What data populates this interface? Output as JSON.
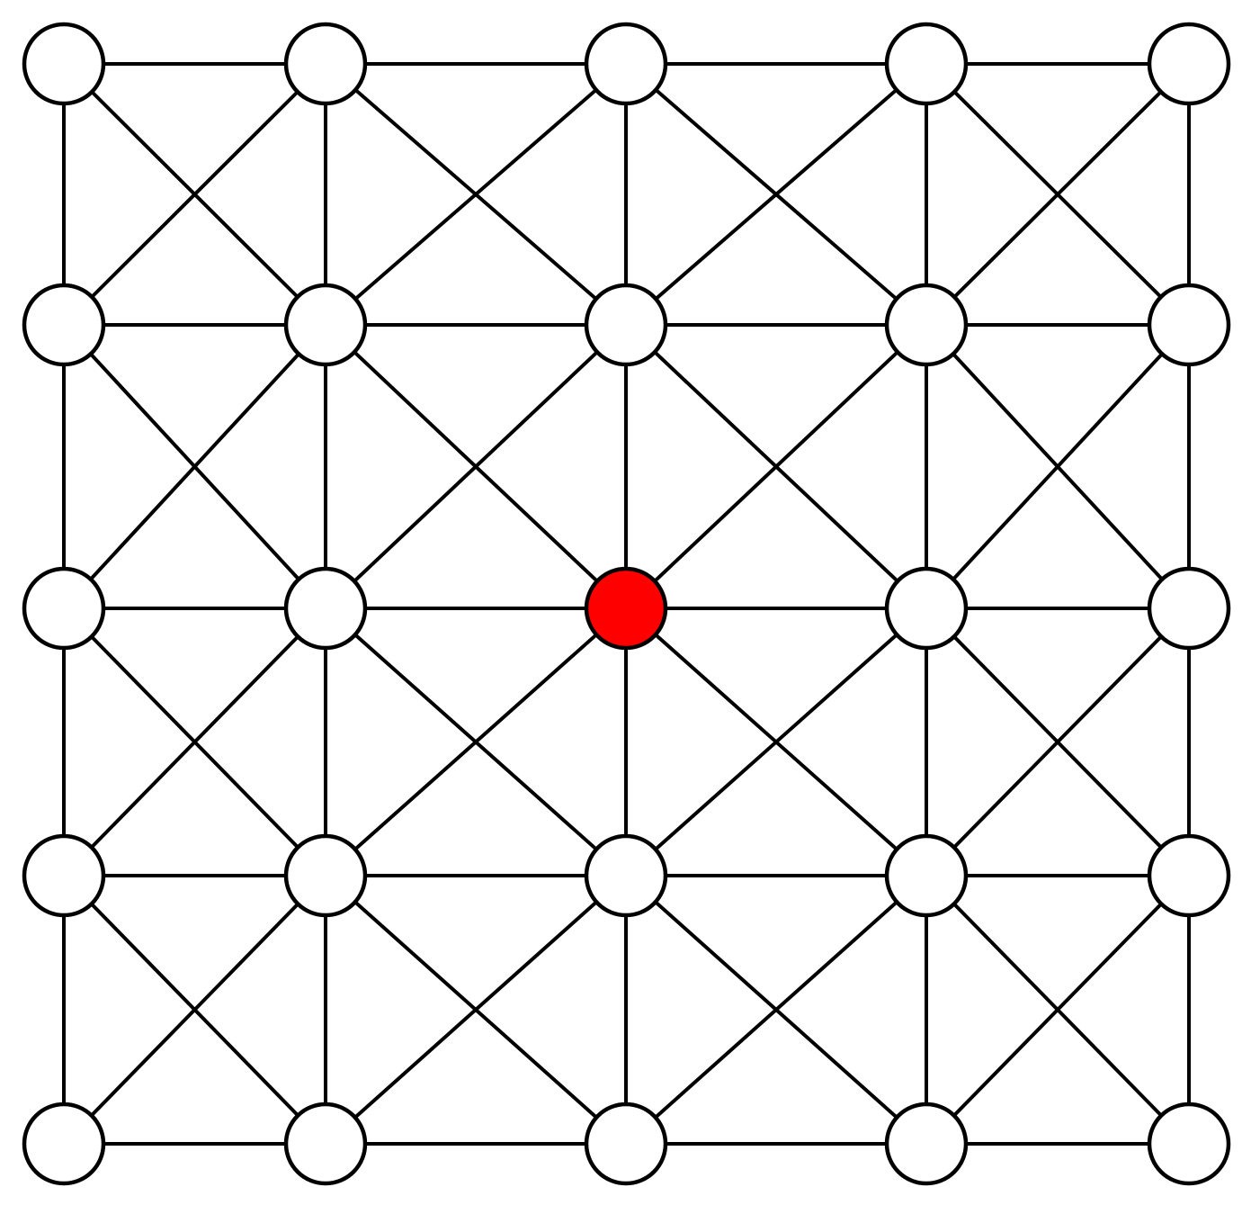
{
  "diagram": {
    "type": "graph",
    "grid": {
      "rows": 5,
      "cols": 5
    },
    "colors": {
      "node_fill": "#ffffff",
      "highlight_fill": "#ff0000",
      "stroke": "#000000",
      "background": "#ffffff"
    },
    "highlighted_node": [
      2,
      2
    ],
    "edges": [
      [
        [
          0,
          0
        ],
        [
          0,
          1
        ]
      ],
      [
        [
          0,
          1
        ],
        [
          0,
          2
        ]
      ],
      [
        [
          0,
          2
        ],
        [
          0,
          3
        ]
      ],
      [
        [
          0,
          3
        ],
        [
          0,
          4
        ]
      ],
      [
        [
          1,
          0
        ],
        [
          1,
          1
        ]
      ],
      [
        [
          1,
          1
        ],
        [
          1,
          2
        ]
      ],
      [
        [
          1,
          2
        ],
        [
          1,
          3
        ]
      ],
      [
        [
          1,
          3
        ],
        [
          1,
          4
        ]
      ],
      [
        [
          2,
          0
        ],
        [
          2,
          1
        ]
      ],
      [
        [
          2,
          1
        ],
        [
          2,
          2
        ]
      ],
      [
        [
          2,
          2
        ],
        [
          2,
          3
        ]
      ],
      [
        [
          2,
          3
        ],
        [
          2,
          4
        ]
      ],
      [
        [
          3,
          0
        ],
        [
          3,
          1
        ]
      ],
      [
        [
          3,
          1
        ],
        [
          3,
          2
        ]
      ],
      [
        [
          3,
          2
        ],
        [
          3,
          3
        ]
      ],
      [
        [
          3,
          3
        ],
        [
          3,
          4
        ]
      ],
      [
        [
          4,
          0
        ],
        [
          4,
          1
        ]
      ],
      [
        [
          4,
          1
        ],
        [
          4,
          2
        ]
      ],
      [
        [
          4,
          2
        ],
        [
          4,
          3
        ]
      ],
      [
        [
          4,
          3
        ],
        [
          4,
          4
        ]
      ],
      [
        [
          0,
          0
        ],
        [
          1,
          0
        ]
      ],
      [
        [
          1,
          0
        ],
        [
          2,
          0
        ]
      ],
      [
        [
          2,
          0
        ],
        [
          3,
          0
        ]
      ],
      [
        [
          3,
          0
        ],
        [
          4,
          0
        ]
      ],
      [
        [
          0,
          1
        ],
        [
          1,
          1
        ]
      ],
      [
        [
          1,
          1
        ],
        [
          2,
          1
        ]
      ],
      [
        [
          2,
          1
        ],
        [
          3,
          1
        ]
      ],
      [
        [
          3,
          1
        ],
        [
          4,
          1
        ]
      ],
      [
        [
          0,
          2
        ],
        [
          1,
          2
        ]
      ],
      [
        [
          1,
          2
        ],
        [
          2,
          2
        ]
      ],
      [
        [
          2,
          2
        ],
        [
          3,
          2
        ]
      ],
      [
        [
          3,
          2
        ],
        [
          4,
          2
        ]
      ],
      [
        [
          0,
          3
        ],
        [
          1,
          3
        ]
      ],
      [
        [
          1,
          3
        ],
        [
          2,
          3
        ]
      ],
      [
        [
          2,
          3
        ],
        [
          3,
          3
        ]
      ],
      [
        [
          3,
          3
        ],
        [
          4,
          3
        ]
      ],
      [
        [
          0,
          4
        ],
        [
          1,
          4
        ]
      ],
      [
        [
          1,
          4
        ],
        [
          2,
          4
        ]
      ],
      [
        [
          2,
          4
        ],
        [
          3,
          4
        ]
      ],
      [
        [
          3,
          4
        ],
        [
          4,
          4
        ]
      ],
      [
        [
          0,
          0
        ],
        [
          1,
          1
        ]
      ],
      [
        [
          0,
          1
        ],
        [
          1,
          0
        ]
      ],
      [
        [
          0,
          1
        ],
        [
          1,
          2
        ]
      ],
      [
        [
          0,
          2
        ],
        [
          1,
          1
        ]
      ],
      [
        [
          0,
          2
        ],
        [
          1,
          3
        ]
      ],
      [
        [
          0,
          3
        ],
        [
          1,
          2
        ]
      ],
      [
        [
          0,
          3
        ],
        [
          1,
          4
        ]
      ],
      [
        [
          0,
          4
        ],
        [
          1,
          3
        ]
      ],
      [
        [
          1,
          0
        ],
        [
          2,
          1
        ]
      ],
      [
        [
          1,
          1
        ],
        [
          2,
          0
        ]
      ],
      [
        [
          1,
          1
        ],
        [
          2,
          2
        ]
      ],
      [
        [
          1,
          2
        ],
        [
          2,
          1
        ]
      ],
      [
        [
          1,
          2
        ],
        [
          2,
          3
        ]
      ],
      [
        [
          1,
          3
        ],
        [
          2,
          2
        ]
      ],
      [
        [
          1,
          3
        ],
        [
          2,
          4
        ]
      ],
      [
        [
          1,
          4
        ],
        [
          2,
          3
        ]
      ],
      [
        [
          2,
          0
        ],
        [
          3,
          1
        ]
      ],
      [
        [
          2,
          1
        ],
        [
          3,
          0
        ]
      ],
      [
        [
          2,
          1
        ],
        [
          3,
          2
        ]
      ],
      [
        [
          2,
          2
        ],
        [
          3,
          1
        ]
      ],
      [
        [
          2,
          2
        ],
        [
          3,
          3
        ]
      ],
      [
        [
          2,
          3
        ],
        [
          3,
          2
        ]
      ],
      [
        [
          2,
          3
        ],
        [
          3,
          4
        ]
      ],
      [
        [
          2,
          4
        ],
        [
          3,
          3
        ]
      ],
      [
        [
          3,
          0
        ],
        [
          4,
          1
        ]
      ],
      [
        [
          3,
          1
        ],
        [
          4,
          0
        ]
      ],
      [
        [
          3,
          1
        ],
        [
          4,
          2
        ]
      ],
      [
        [
          3,
          2
        ],
        [
          4,
          1
        ]
      ],
      [
        [
          3,
          2
        ],
        [
          4,
          3
        ]
      ],
      [
        [
          3,
          3
        ],
        [
          4,
          2
        ]
      ],
      [
        [
          3,
          3
        ],
        [
          4,
          4
        ]
      ],
      [
        [
          3,
          4
        ],
        [
          4,
          3
        ]
      ]
    ]
  }
}
